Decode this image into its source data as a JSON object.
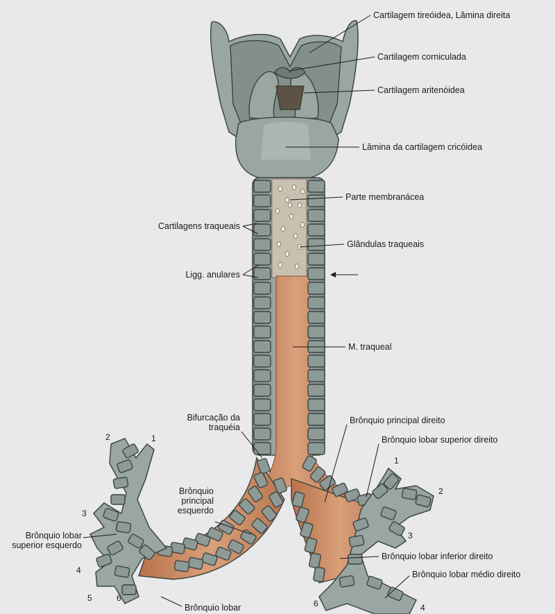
{
  "labels": {
    "cartilagem_tireoidea": "Cartilagem tireóidea, Lâmina direita",
    "cartilagem_corniculada": "Cartilagem corniculada",
    "cartilagem_aritenoidea": "Cartilagem aritenóidea",
    "lamina_cricoidea": "Lâmina da cartilagem cricóidea",
    "parte_membranacea": "Parte membranácea",
    "cartilagens_traqueais": "Cartilagens traqueais",
    "glandulas_traqueais": "Glândulas traqueais",
    "ligg_anulares": "Ligg. anulares",
    "m_traqueal": "M. traqueal",
    "bifurcacao_line1": "Bifurcação da",
    "bifurcacao_line2": "traquéia",
    "bronquio_principal_direito": "Brônquio principal direito",
    "bronquio_lobar_superior_direito": "Brônquio lobar superior direito",
    "bronquio_principal_esquerdo_line1": "Brônquio",
    "bronquio_principal_esquerdo_line2": "principal",
    "bronquio_principal_esquerdo_line3": "esquerdo",
    "bronquio_lobar_superior_esquerdo_line1": "Brônquio lobar",
    "bronquio_lobar_superior_esquerdo_line2": "superior esquerdo",
    "bronquio_lobar_inferior_direito": "Brônquio lobar inferior direito",
    "bronquio_lobar_medio_direito": "Brônquio lobar médio direito",
    "bronquio_lobar_bottom": "Brônquio lobar"
  },
  "segment_numbers": {
    "left_2": "2",
    "left_1": "1",
    "left_3": "3",
    "left_4": "4",
    "left_5": "5",
    "left_6": "6",
    "right_1": "1",
    "right_2": "2",
    "right_3": "3",
    "right_4": "4",
    "right_6": "6"
  },
  "colors": {
    "background": "#e9e8ea",
    "cartilage": "#9aa6a2",
    "muscle": "#c98a62",
    "membrane": "#c9c1b0"
  }
}
